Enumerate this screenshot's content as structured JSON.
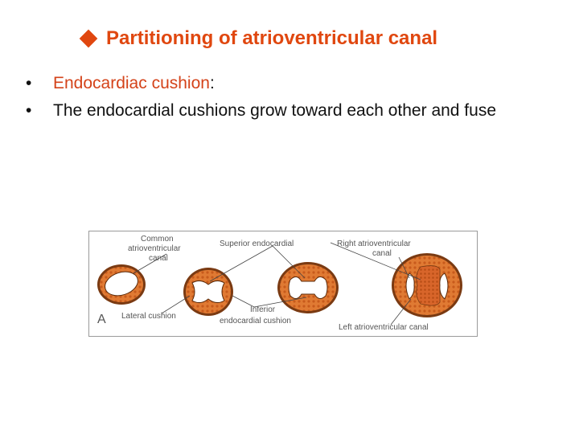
{
  "slide": {
    "title": "Partitioning of atrioventricular canal",
    "bullets": [
      {
        "highlight": "Endocardiac cushion",
        "rest": ":"
      },
      {
        "highlight": "",
        "rest": "The endocardial cushions grow toward each other and fuse"
      }
    ]
  },
  "figure": {
    "panel_label": "A",
    "labels": {
      "common_line1": "Common",
      "common_line2": "atrioventricular",
      "common_line3": "canal",
      "superior": "Superior endocardial",
      "right_line1": "Right atrioventricular",
      "right_line2": "canal",
      "lateral": "Lateral cushion",
      "inferior_line1": "Inferior",
      "inferior_line2": "endocardial cushion",
      "left": "Left atrioventricular canal"
    }
  },
  "colors": {
    "accent": "#e0470f",
    "ring_outer": "#7a3a12",
    "ring_fill": "#e07a33",
    "cushion": "#d8652a"
  }
}
